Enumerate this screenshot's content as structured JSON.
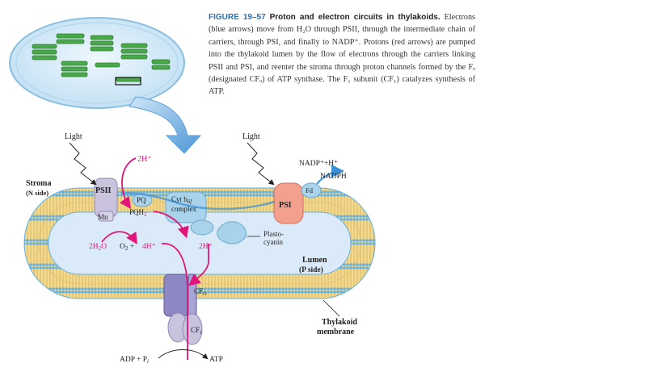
{
  "caption": {
    "figure_label": "FIGURE 19–57",
    "title": "Proton and electron circuits in thylakoids.",
    "body": "Electrons (blue arrows) move from H₂O through PSII, through the intermediate chain of carriers, through PSI, and finally to NADP⁺. Protons (red arrows) are pumped into the thylakoid lumen by the flow of electrons through the carriers linking PSII and PSI, and reenter the stroma through proton channels formed by the Fₒ (designated CFₒ) of ATP synthase. The F₁ subunit (CF₁) catalyzes synthesis of ATP."
  },
  "labels": {
    "light_left": "Light",
    "light_right": "Light",
    "stroma": "Stroma",
    "stroma_side": "(N side)",
    "psii": "PSII",
    "mn": "Mn",
    "pq": "PQ",
    "pqh2_base": "PQH",
    "pqh2_sub": "2",
    "cyt_line1": "Cyt b",
    "cyt_line1_sub": "6f",
    "cyt_line2": "complex",
    "h_top": "2H⁺",
    "water_base": "2H",
    "water_sub": "2",
    "water_o": "O",
    "o2_base": "O",
    "o2_sub": "2",
    "o2_plus": " + ",
    "h4": "4H⁺",
    "h_lumen": "2H⁺",
    "plasto_line1": "Plasto-",
    "plasto_line2": "cyanin",
    "lumen": "Lumen",
    "lumen_side": "(P side)",
    "psi": "PSI",
    "fd": "Fd",
    "nadp_in": "NADP⁺+H⁺",
    "nadph": "NADPH",
    "cfo_base": "CF",
    "cfo_sub": "O",
    "cf1_base": "CF",
    "cf1_sub": "1",
    "adp_base": "ADP + P",
    "adp_sub": "i",
    "atp": "ATP",
    "thylakoid_line1": "Thylakoid",
    "thylakoid_line2": "membrane"
  },
  "colors": {
    "electron_arrow": "#3b8fd6",
    "proton_arrow": "#e0157a",
    "membrane": "#f1d68a",
    "lumen": "#dbeaf8",
    "psii": "#c9c3dd",
    "psi": "#f3a08c",
    "carrier": "#a9d3ea",
    "atp_synthase": "#8d88c4"
  }
}
